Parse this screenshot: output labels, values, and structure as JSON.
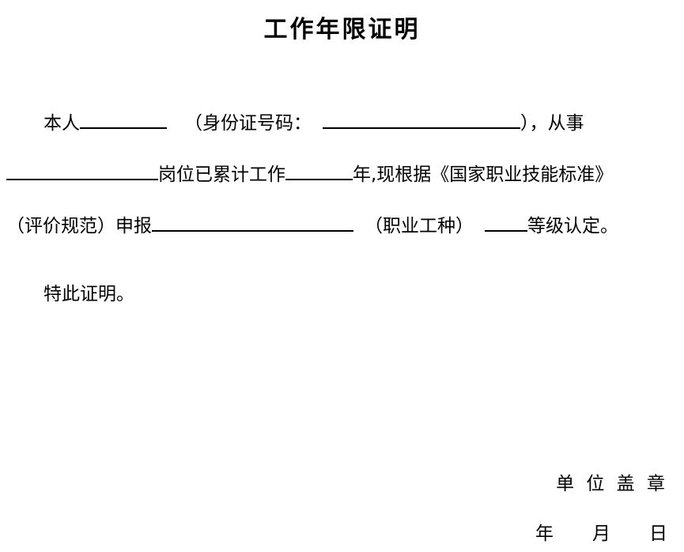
{
  "document": {
    "title": "工作年限证明",
    "paragraph": {
      "applicant_prefix": "本人",
      "id_label": "（身份证号码：",
      "id_suffix": "），从事",
      "position_suffix": "岗位已累计工作",
      "years_suffix": "年,现根据《国家职业技能标准》",
      "declare_prefix": "（评价规范）申报",
      "occupation_label": "（职业工种）",
      "level_suffix": "等级认定。"
    },
    "closing": "特此证明。",
    "signature": {
      "seal_label": "单 位 盖 章",
      "date_label": "年　　月　　日"
    }
  }
}
